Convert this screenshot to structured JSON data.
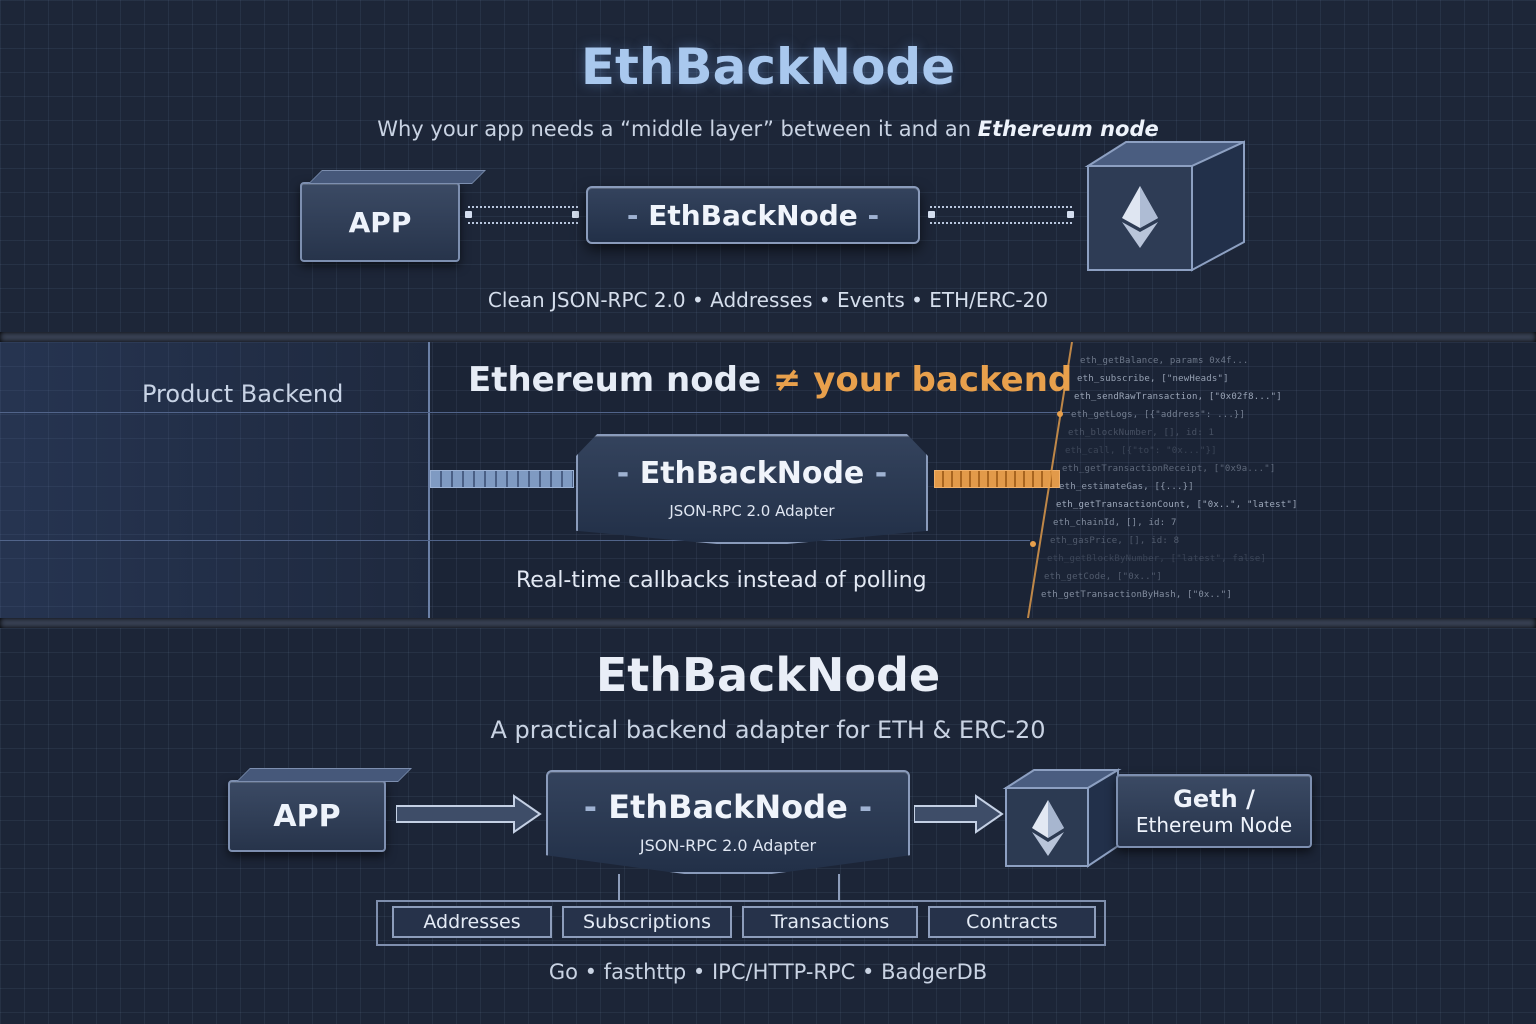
{
  "panel1": {
    "title": "EthBackNode",
    "subtitle_lead": "Why your app needs a “middle layer” between it and an ",
    "subtitle_emph": "Ethereum node",
    "app_label": "APP",
    "hub_label": "EthBackNode",
    "features": "Clean JSON-RPC 2.0  •  Addresses  •  Events  •  ETH/ERC-20"
  },
  "panel2": {
    "side_label": "Product Backend",
    "headline_left": "Ethereum node",
    "headline_symbol": "≠",
    "headline_right": "your backend",
    "hub_label": "EthBackNode",
    "hub_sub": "JSON-RPC 2.0 Adapter",
    "caption": "Real-time callbacks instead of polling",
    "code_lines": [
      "eth_getBalance, params 0x4f...",
      "eth_subscribe, [\"newHeads\"]",
      "eth_sendRawTransaction, [\"0x02f8...\"]",
      "eth_getLogs, [{\"address\": ...}]",
      "eth_blockNumber, [], id: 1",
      "eth_call, [{\"to\": \"0x...\"}]",
      "eth_getTransactionReceipt, [\"0x9a...\"]",
      "eth_estimateGas, [{...}]",
      "eth_getTransactionCount, [\"0x..\", \"latest\"]",
      "eth_chainId, [], id: 7",
      "eth_gasPrice, [], id: 8",
      "eth_getBlockByNumber, [\"latest\", false]",
      "eth_getCode, [\"0x..\"]",
      "eth_getTransactionByHash, [\"0x..\"]"
    ],
    "orange": "#e8a04c"
  },
  "panel3": {
    "title": "EthBackNode",
    "subtitle": "A practical backend adapter for ETH & ERC-20",
    "app_label": "APP",
    "hub_label": "EthBackNode",
    "hub_sub": "JSON-RPC 2.0 Adapter",
    "node_line1": "Geth  /",
    "node_line2": "Ethereum Node",
    "modules": [
      "Addresses",
      "Subscriptions",
      "Transactions",
      "Contracts"
    ],
    "stack": "Go  •  fasthttp  •  IPC/HTTP-RPC  •  BadgerDB"
  },
  "colors": {
    "title_blue": "#a9c8ee",
    "bg": "#1a2233",
    "accent_orange": "#e8a04c"
  },
  "icons": [
    "ethereum-cube-icon",
    "ethereum-diamond-icon"
  ]
}
